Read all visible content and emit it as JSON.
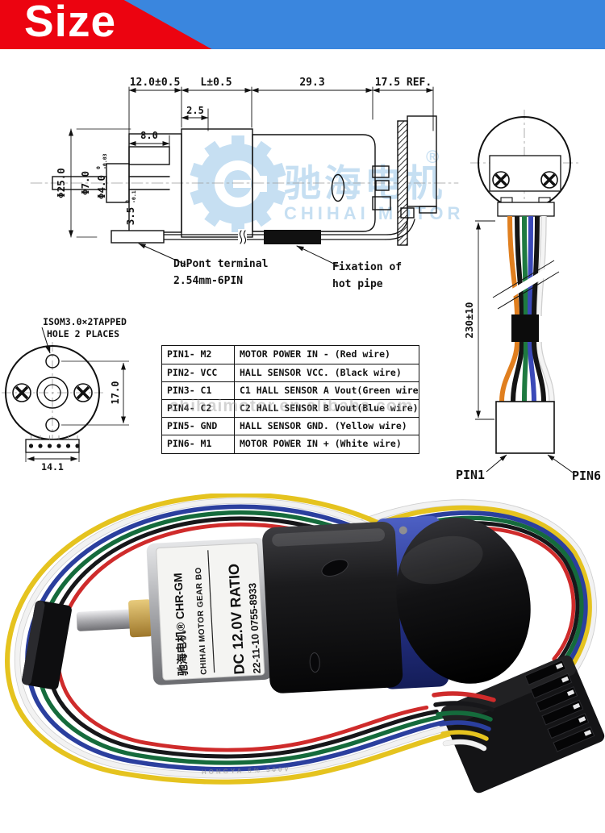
{
  "banner": {
    "title": "Size",
    "red_color": "#ec0310",
    "blue_color": "#3a86de"
  },
  "brand_watermark": {
    "name_cn": "驰海电机",
    "name_en": "CHIHAI MOTOR",
    "registered": "®",
    "color": "#b9d8f0"
  },
  "table_watermark": {
    "text": "chihaimotor.en.alibaba.com"
  },
  "side_view": {
    "dim_shaft": "12.0±0.5",
    "dim_gearbox": "L±0.5",
    "dim_motor": "29.3",
    "dim_rear": "17.5 REF.",
    "dim_step": "2.5",
    "dim_notch": "8.0",
    "dia_body": "Φ25.0",
    "dia_boss": "Φ7.0",
    "dia_shaft": "Φ4.0",
    "dia_shaft_tol_high": "0",
    "dia_shaft_tol_low": "-0.03",
    "dim_flat": "3.5",
    "dim_flat_tol_high": "0",
    "dim_flat_tol_low": "-0.1",
    "callout_dupont_1": "DuPont terminal",
    "callout_dupont_2": "2.54mm-6PIN",
    "callout_fix_1": "Fixation of",
    "callout_fix_2": "hot pipe"
  },
  "rear_view": {
    "dim_wire_length": "230±10",
    "label_pin1": "PIN1",
    "label_pin6": "PIN6",
    "wire_colors": [
      "#e07f1f",
      "#141414",
      "#1e7a40",
      "#3a49b8",
      "#141414",
      "#f4f4f4"
    ]
  },
  "front_view": {
    "note_1": "ISOM3.0×2TAPPED",
    "note_2": "HOLE 2 PLACES",
    "dim_hole_span": "17.0",
    "dim_connector": "14.1"
  },
  "pin_table": {
    "rows": [
      {
        "pin": "PIN1- M2",
        "desc": "MOTOR POWER IN - (Red wire)"
      },
      {
        "pin": "PIN2- VCC",
        "desc": "HALL SENSOR VCC. (Black wire)"
      },
      {
        "pin": "PIN3- C1",
        "desc": "C1 HALL SENSOR A Vout(Green wire)"
      },
      {
        "pin": "PIN4- C2",
        "desc": "C2 HALL SENSOR B Vout(Blue wire)"
      },
      {
        "pin": "PIN5- GND",
        "desc": "HALL SENSOR GND. (Yellow wire)"
      },
      {
        "pin": "PIN6- M1",
        "desc": "MOTOR POWER IN + (White wire)"
      }
    ]
  },
  "photo": {
    "label_col1": "驰海电机® CHR-GM",
    "label_col2": "CHIHAI MOTOR  GEAR BO",
    "label_col3": "DC 12.0V RATIO",
    "label_col4": "22-11-10 0755-8933",
    "wire_print": "HONGYA 6% 300V",
    "wire_colors": [
      "#cf2b2b",
      "#17171a",
      "#156b3c",
      "#2b3f9e",
      "#e5c31f",
      "#f2f2f2"
    ]
  }
}
